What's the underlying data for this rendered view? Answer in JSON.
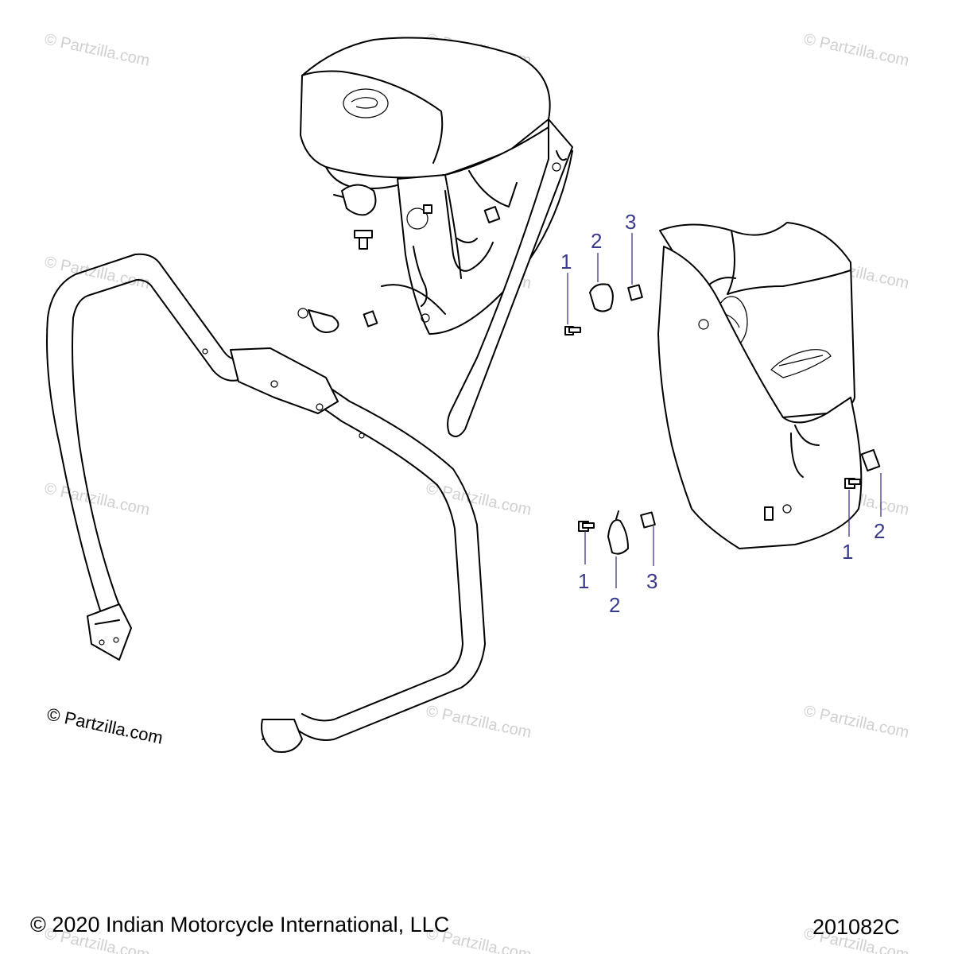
{
  "watermark_text": "© Partzilla.com",
  "callouts": [
    "1",
    "2",
    "3",
    "1",
    "2",
    "3",
    "1",
    "2"
  ],
  "footer": {
    "copyright": "© 2020 Indian Motorcycle International, LLC",
    "diagram_code": "201082C"
  }
}
